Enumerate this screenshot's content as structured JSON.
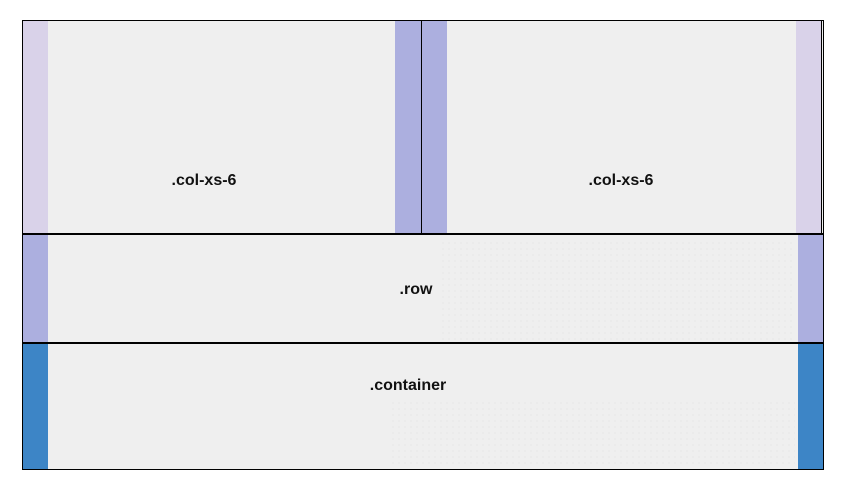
{
  "diagram": {
    "container": {
      "label": ".container",
      "fill": "#efefef",
      "padding_color": "#3d85c6"
    },
    "row": {
      "label": ".row",
      "fill": "#efefef",
      "padding_color": "#acafdf"
    },
    "columns": [
      {
        "label": ".col-xs-6",
        "fill": "#efefef",
        "padding_left_color": "#d9d2e9",
        "padding_right_color": "#acafdf"
      },
      {
        "label": ".col-xs-6",
        "fill": "#efefef",
        "padding_left_color": "#acafdf",
        "padding_right_color": "#d9d2e9"
      }
    ],
    "border_color": "#000000"
  }
}
